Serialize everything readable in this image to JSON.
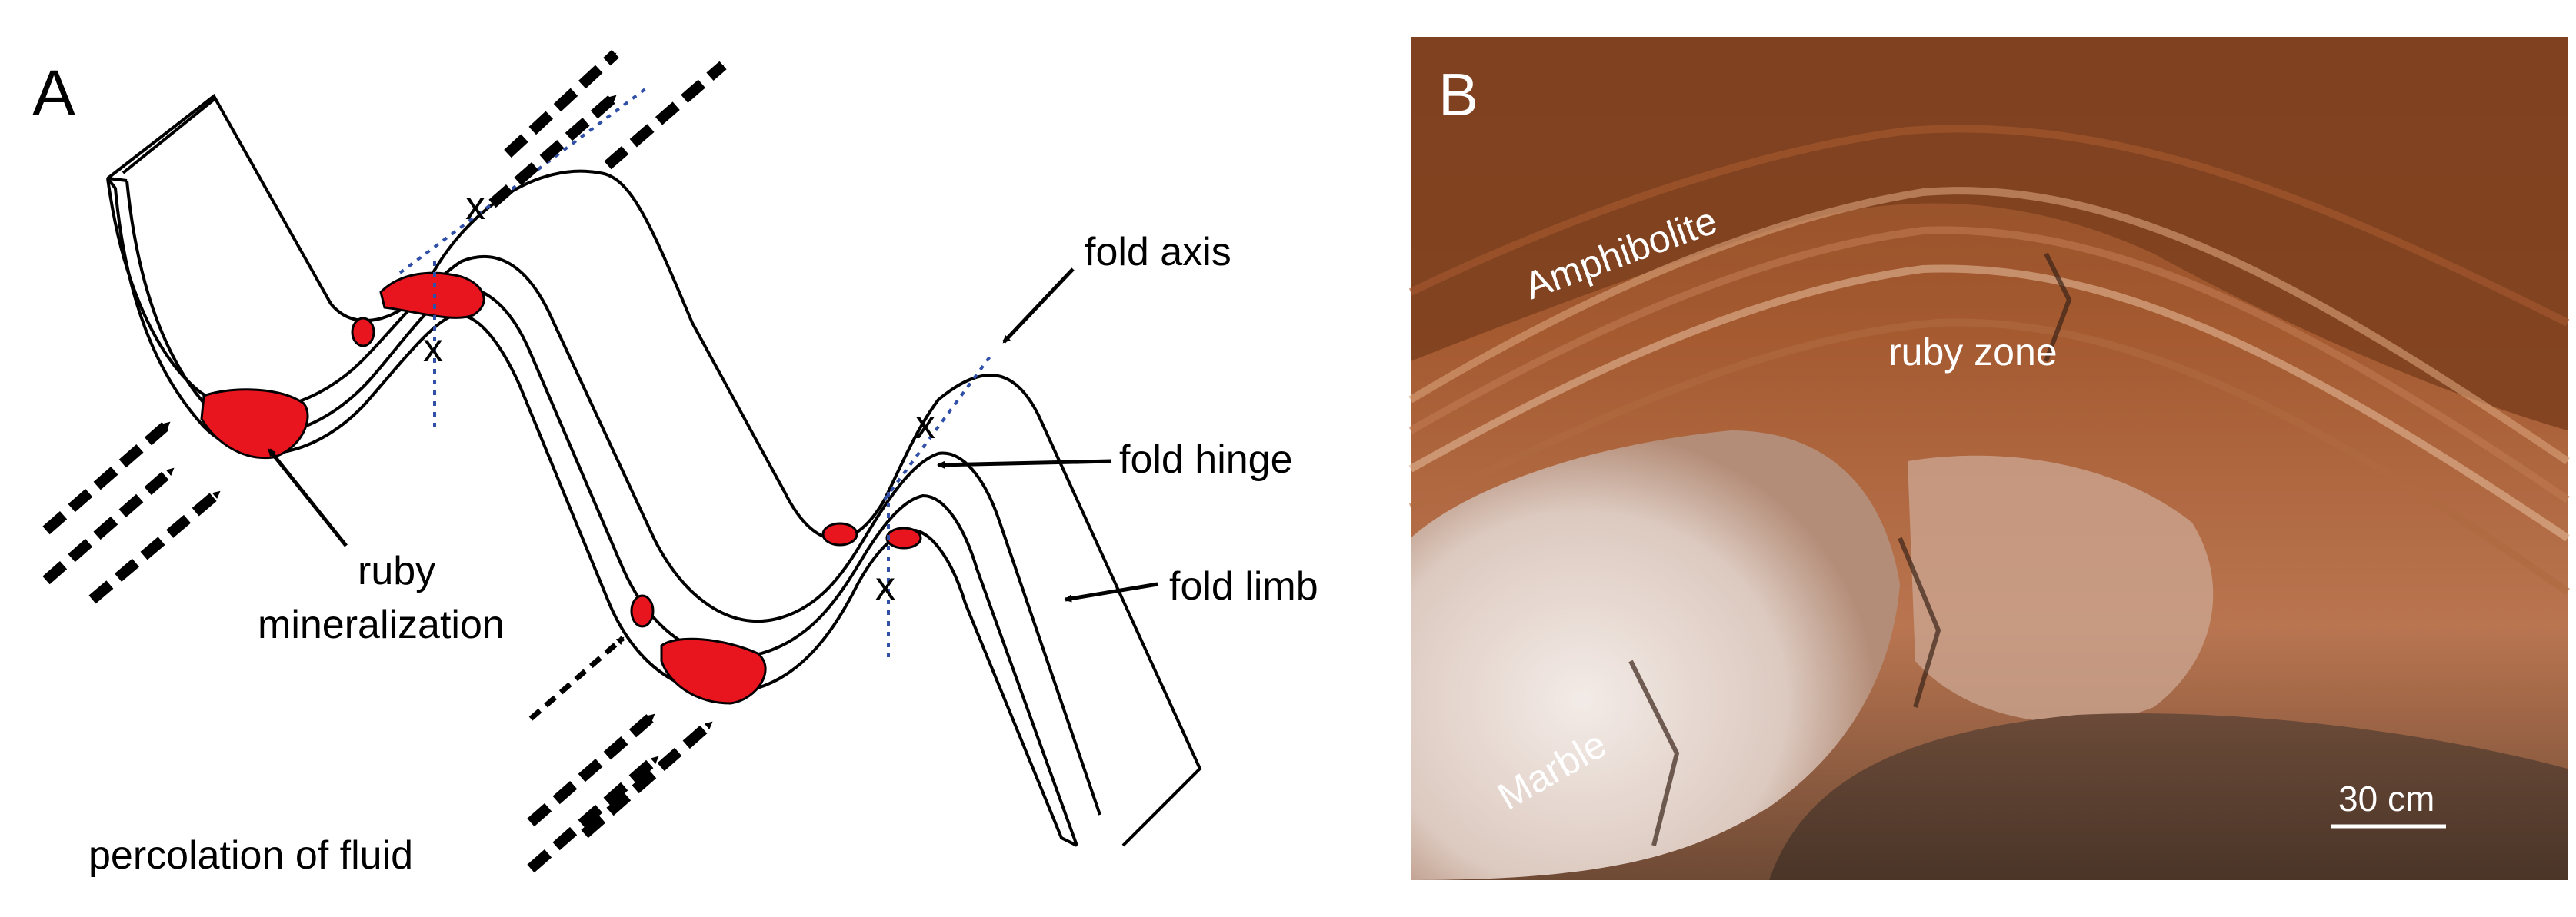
{
  "panel_a": {
    "letter": "A",
    "labels": {
      "fold_axis": "fold axis",
      "fold_hinge": "fold hinge",
      "fold_limb": "fold limb",
      "ruby_line1": "ruby",
      "ruby_line2": "mineralization",
      "percolation": "percolation of fluid"
    },
    "axis_marker": "x",
    "colors": {
      "ruby": "#e8141e",
      "axis": "#3050a8",
      "ink": "#000000"
    }
  },
  "panel_b": {
    "letter": "B",
    "labels": {
      "amphibolite": "Amphibolite",
      "ruby_zone": "ruby zone",
      "marble": "Marble"
    },
    "scale_bar": "30 cm",
    "colors": {
      "rock_dark": "#7a3a1a",
      "rock_mid": "#a85a32",
      "marble": "#e8dcd6"
    }
  }
}
